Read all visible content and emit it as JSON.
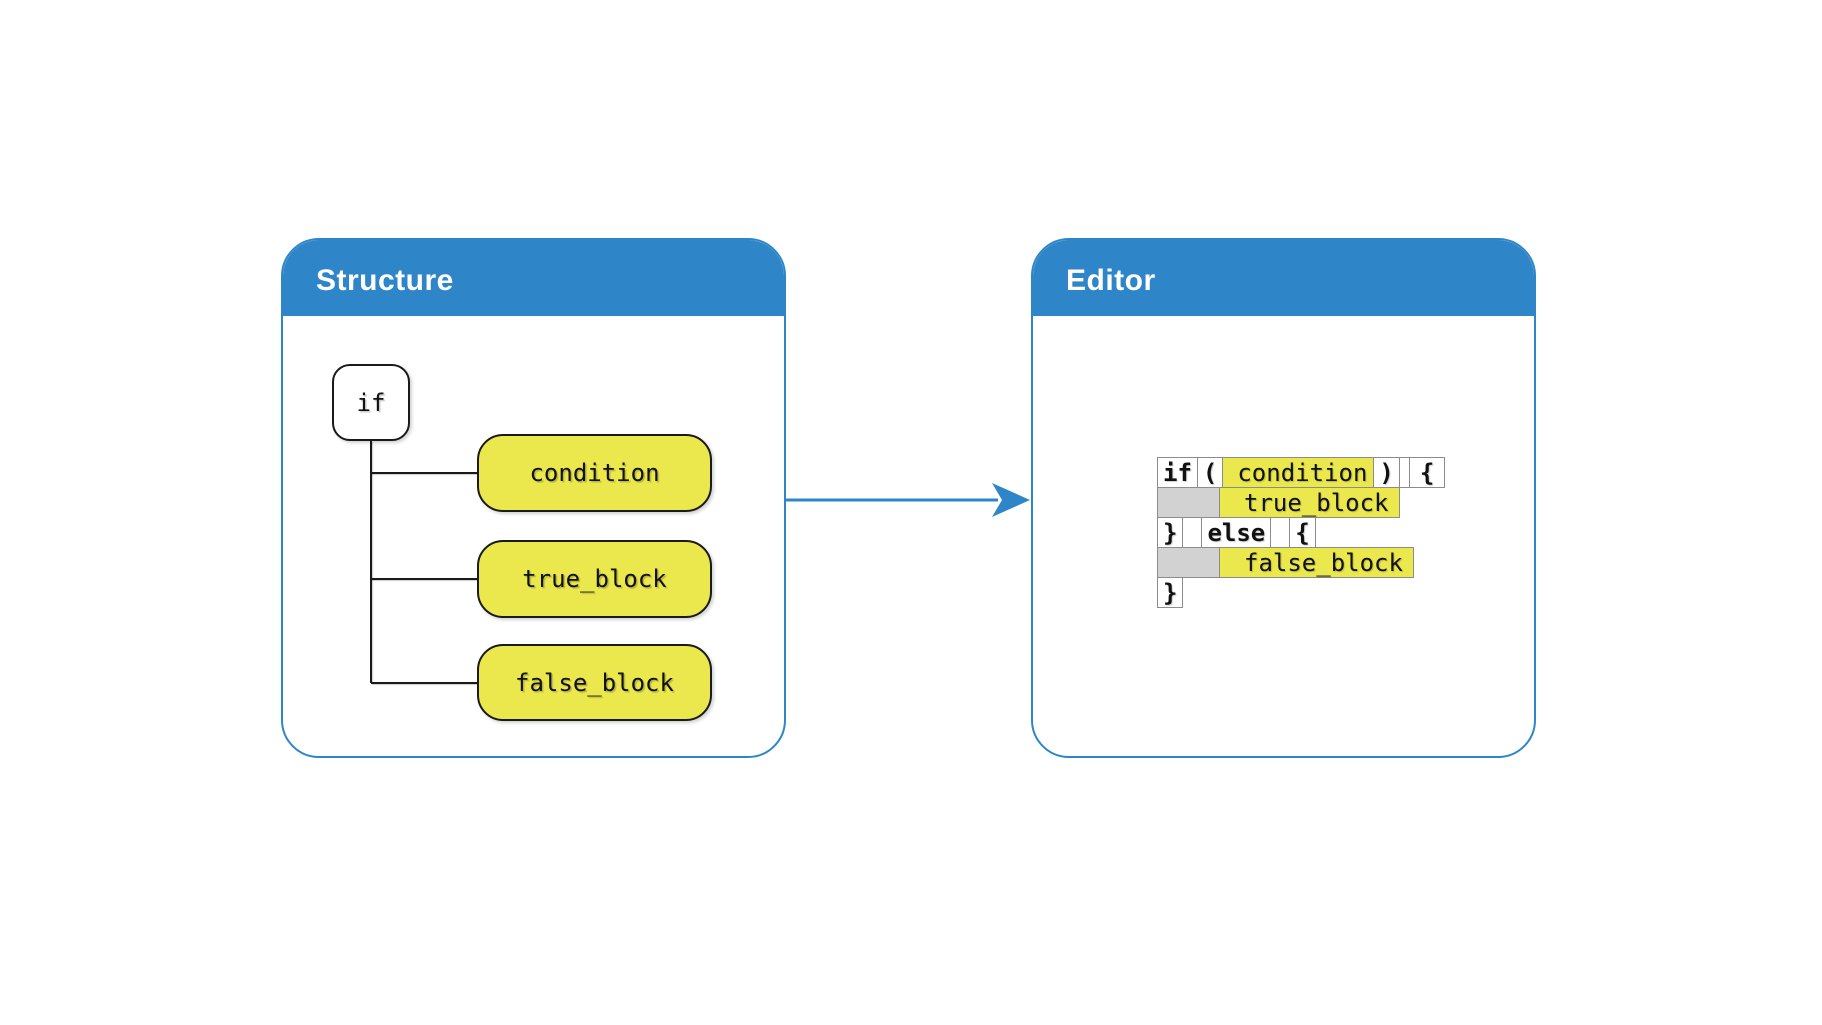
{
  "structure": {
    "title": "Structure",
    "root": "if",
    "children": [
      "condition",
      "true_block",
      "false_block"
    ]
  },
  "editor": {
    "title": "Editor",
    "line1": {
      "kw_if": "if",
      "open_paren": "(",
      "condition": "condition",
      "close_paren": ")",
      "open_brace": "{"
    },
    "line2": {
      "true_block": "true_block"
    },
    "line3": {
      "close_brace": "}",
      "kw_else": "else",
      "open_brace": "{"
    },
    "line4": {
      "false_block": "false_block"
    },
    "line5": {
      "close_brace": "}"
    }
  },
  "arrow": {
    "meaning": "structure-to-editor"
  },
  "colors": {
    "panel_blue": "#2e86c8",
    "highlight_yellow": "#ebe84e",
    "indent_gray": "#d2d2d2",
    "cell_border": "#8c8c8c",
    "node_border": "#1a1a1a",
    "text_black": "#111111"
  }
}
